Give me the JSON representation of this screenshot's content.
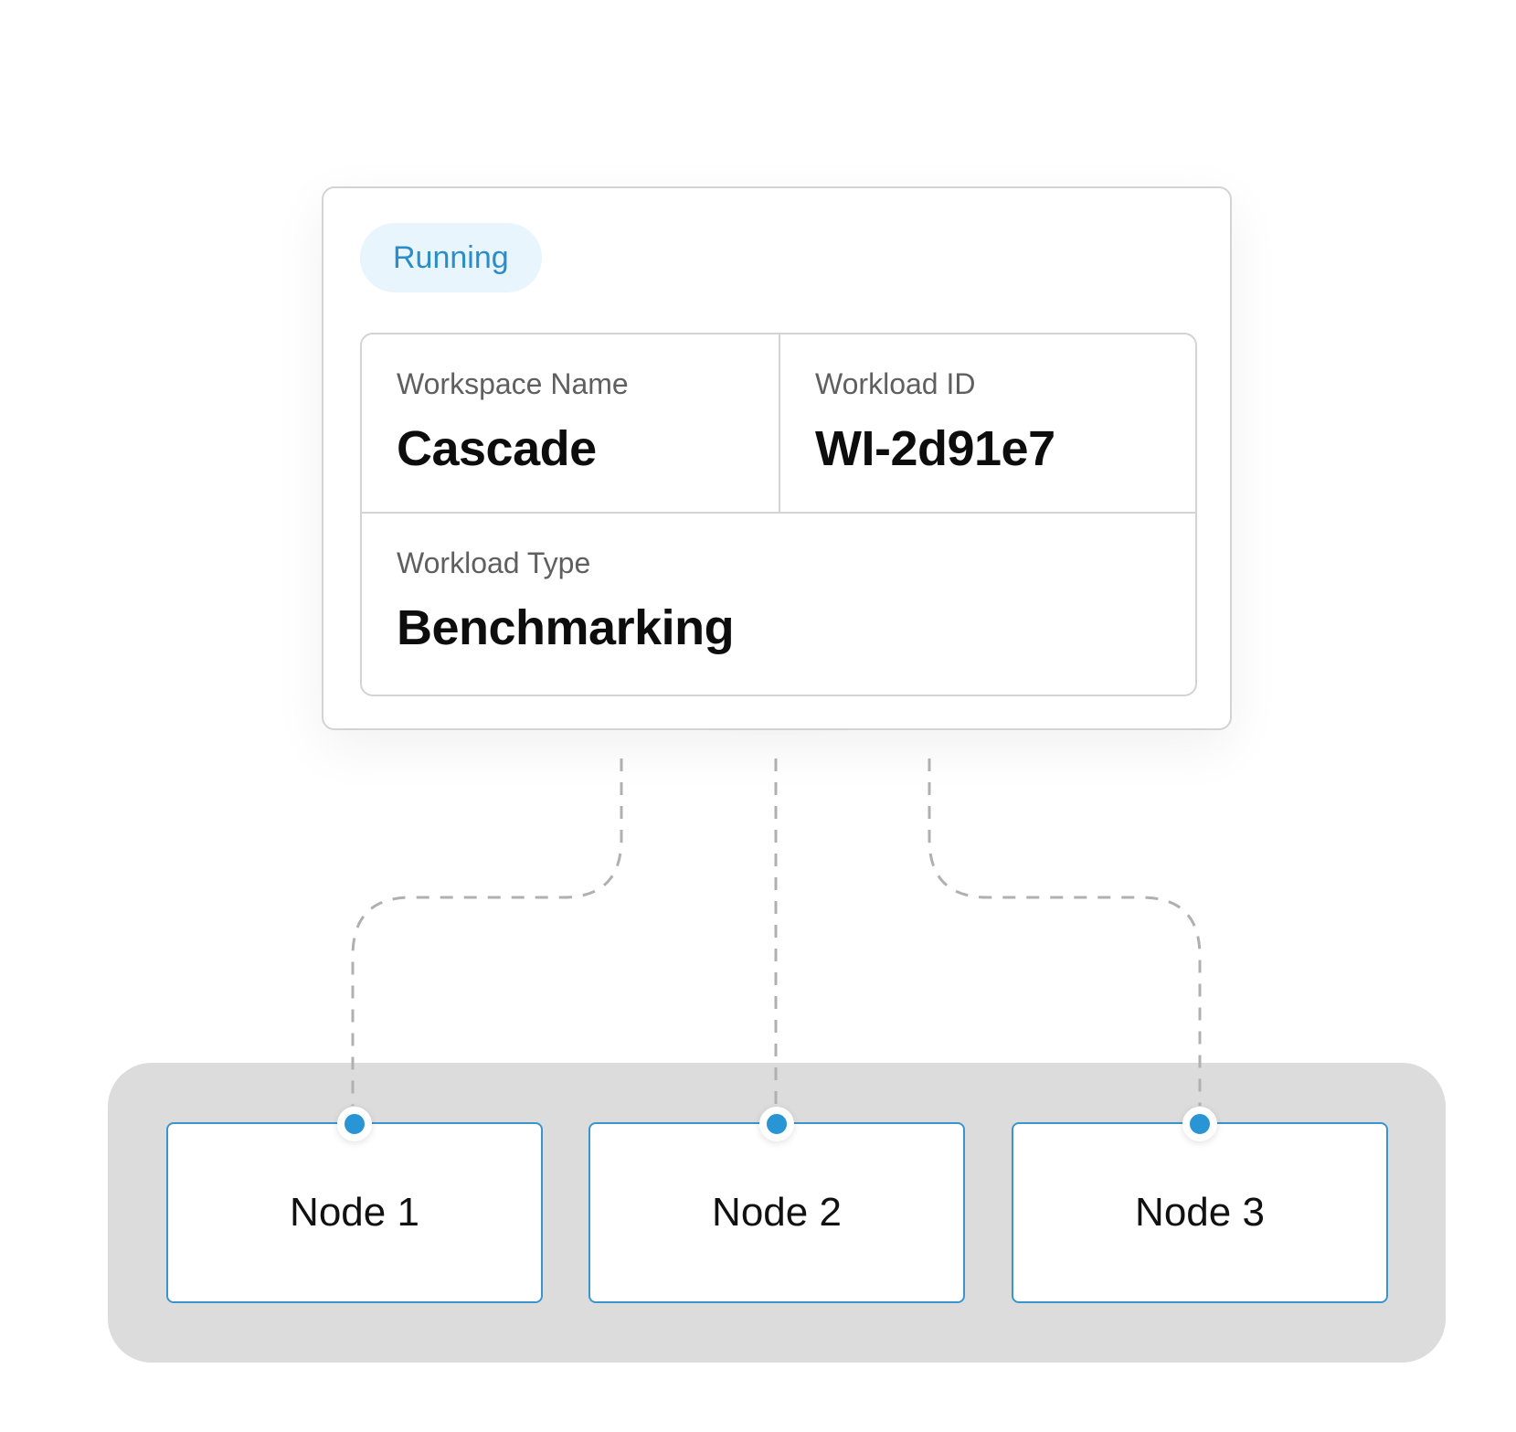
{
  "status": {
    "label": "Running",
    "color": "#2a8dc8",
    "background": "#e8f5fd"
  },
  "workload": {
    "fields": [
      {
        "label": "Workspace Name",
        "value": "Cascade"
      },
      {
        "label": "Workload ID",
        "value": "WI-2d91e7"
      },
      {
        "label": "Workload Type",
        "value": "Benchmarking"
      }
    ]
  },
  "nodes": [
    {
      "label": "Node 1"
    },
    {
      "label": "Node 2"
    },
    {
      "label": "Node 3"
    }
  ],
  "colors": {
    "accent": "#2a95d4",
    "node_border": "#3a95cf",
    "cluster_background": "#dcdcdc",
    "connector": "#b0b0b0"
  },
  "icons": {
    "node_connector": "connector-dot-icon"
  }
}
